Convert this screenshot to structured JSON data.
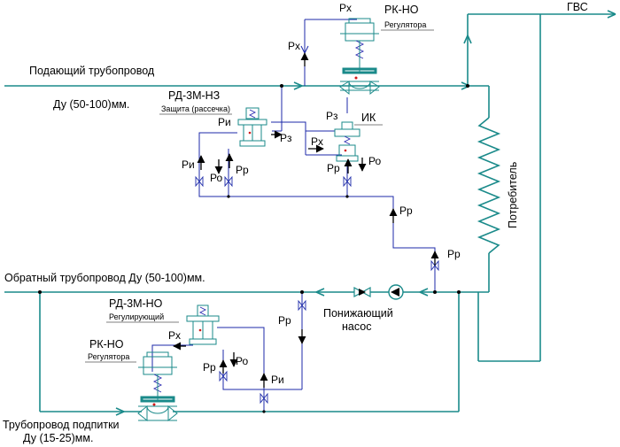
{
  "labels": {
    "gvs": "ГВС",
    "supply_pipe": "Подающий трубопровод",
    "supply_dn": "Ду (50-100)мм.",
    "return_pipe": "Обратный трубопровод Ду (50-100)мм.",
    "makeup_pipe_1": "Трубопровод подпитки",
    "makeup_pipe_2": "Ду (15-25)мм.",
    "consumer": "Потребитель",
    "pump_1": "Понижающий",
    "pump_2": "насос"
  },
  "devices": {
    "rk_top": {
      "name": "РК-НО",
      "role": "Регулятора"
    },
    "rd_nz": {
      "name": "РД-3М-НЗ",
      "role": "Защита (рассечка)"
    },
    "ik": {
      "name": "ИК"
    },
    "rd_no": {
      "name": "РД-3М-НО",
      "role": "Регулирующий"
    },
    "rk_bottom": {
      "name": "РК-НО",
      "role": "Регулятора"
    }
  },
  "pressure": {
    "px": "Рх",
    "pi": "Ри",
    "pz": "Рз",
    "po": "Ро",
    "pr": "Рр"
  },
  "colors": {
    "pipe": "#1a8a8a",
    "impulse": "#1c2aa8",
    "accent": "#d01818"
  }
}
